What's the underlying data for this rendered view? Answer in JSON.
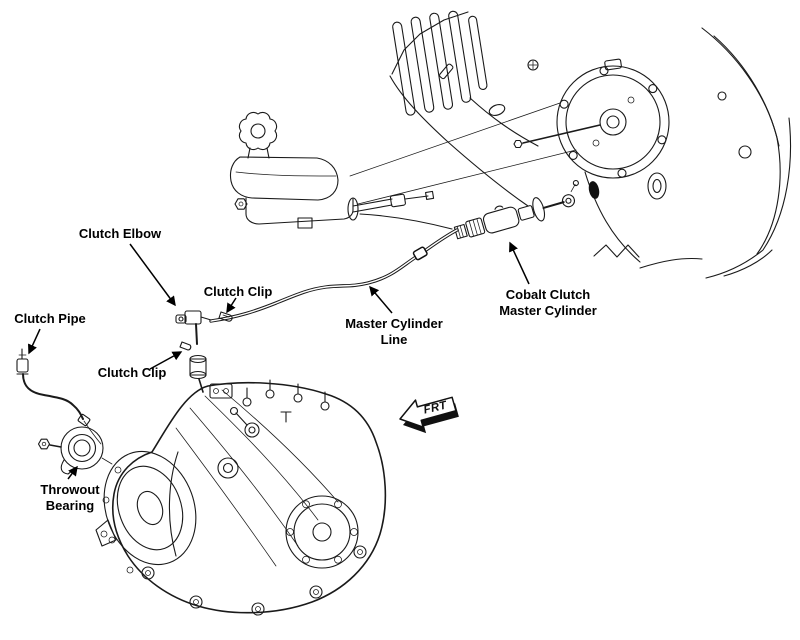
{
  "labels": {
    "clutch_elbow": "Clutch Elbow",
    "clutch_clip_upper": "Clutch Clip",
    "clutch_clip_lower": "Clutch Clip",
    "clutch_pipe": "Clutch Pipe",
    "master_cylinder_line": {
      "line1": "Master Cylinder",
      "line2": "Line"
    },
    "cobalt_clutch_master_cylinder": {
      "line1": "Cobalt Clutch",
      "line2": "Master Cylinder"
    },
    "throwout_bearing": {
      "line1": "Throwout",
      "line2": "Bearing"
    },
    "frt_direction": "FRT"
  },
  "colors": {
    "line_art": "#1a1a1a",
    "background": "#ffffff"
  }
}
